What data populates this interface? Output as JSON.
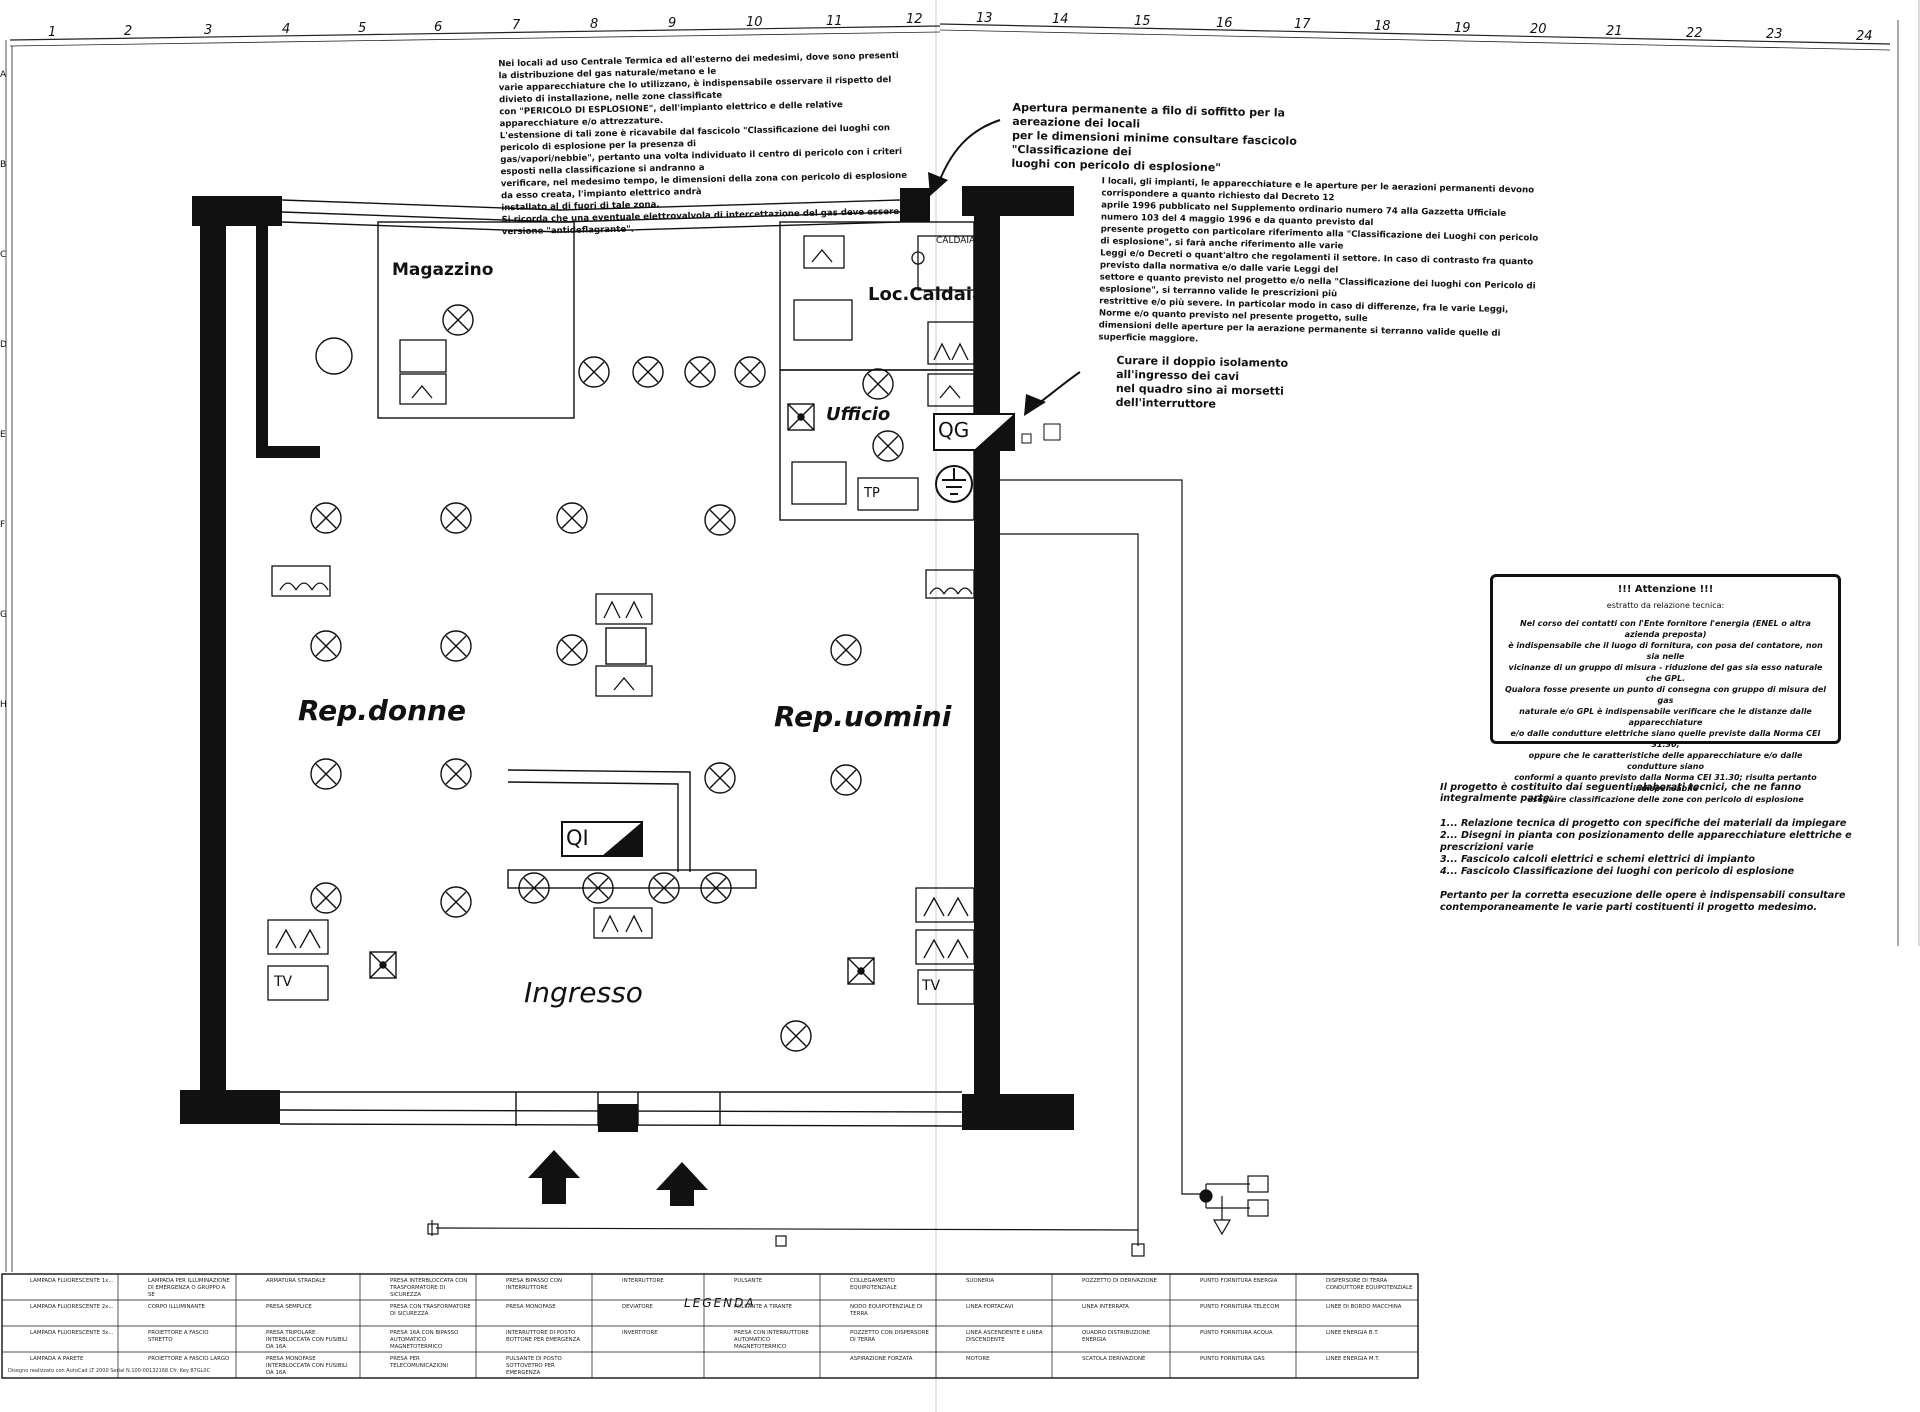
{
  "grid": {
    "columns": [
      "1",
      "2",
      "3",
      "4",
      "5",
      "6",
      "7",
      "8",
      "9",
      "10",
      "11",
      "12",
      "13",
      "14",
      "15",
      "16",
      "17",
      "18",
      "19",
      "20",
      "21",
      "22",
      "23",
      "24"
    ],
    "rows": [
      "A",
      "B",
      "C",
      "D",
      "E",
      "F",
      "G",
      "H"
    ]
  },
  "rooms": {
    "magazzino": "Magazzino",
    "caldaia": "Loc.Caldaia",
    "ufficio": "Ufficio",
    "rep_donne": "Rep.donne",
    "rep_uomini": "Rep.uomini",
    "ingresso": "Ingresso"
  },
  "equipment_labels": {
    "caldaia": "CALDAIA",
    "qg": "QG",
    "qi": "QI",
    "tp": "TP",
    "tv_left": "TV",
    "tv_right": "TV"
  },
  "notes": {
    "gas_note": [
      "Nei locali ad uso Centrale Termica ed all'esterno dei medesimi, dove sono presenti la distribuzione del gas naturale/metano e le",
      "varie apparecchiature che lo utilizzano, è indispensabile osservare il rispetto del divieto di installazione, nelle zone classificate",
      "con \"PERICOLO DI ESPLOSIONE\", dell'impianto elettrico e delle relative apparecchiature e/o attrezzature.",
      "L'estensione di tali zone è ricavabile dal fascicolo \"Classificazione dei luoghi con pericolo di esplosione per la presenza di",
      "gas/vapori/nebbie\", pertanto una volta individuato il centro di pericolo con i criteri esposti nella classificazione si andranno a",
      "verificare, nel medesimo tempo, le dimensioni della zona con pericolo di esplosione da esso creata, l'impianto elettrico andrà",
      "installato al di fuori di tale zona.",
      "Si ricorda che una eventuale elettrovalvola di intercettazione del gas deve essere in versione \"antideflagrante\"."
    ],
    "ventilation_callout": [
      "Apertura permanente a filo di soffitto per la aereazione dei locali",
      "per le dimensioni minime consultare fascicolo \"Classificazione dei",
      "luoghi con pericolo di esplosione\""
    ],
    "decree_note": [
      "I locali, gli impianti, le apparecchiature e le aperture per le aerazioni permanenti devono corrispondere a quanto richiesto dal Decreto 12",
      "aprile 1996 pubblicato nel Supplemento ordinario numero 74 alla Gazzetta Ufficiale numero 103 del 4 maggio 1996 e da quanto previsto dal",
      "presente progetto con particolare riferimento alla \"Classificazione dei Luoghi con pericolo di esplosione\", si farà anche riferimento alle varie",
      "Leggi e/o Decreti o quant'altro che regolamenti il settore. In caso di contrasto fra quanto previsto dalla normativa e/o dalle varie Leggi del",
      "settore e quanto previsto nel progetto e/o nella \"Classificazione dei luoghi con Pericolo di esplosione\", si terranno valide le prescrizioni più",
      "restrittive e/o più severe. In particolar modo in caso di differenze, fra le varie Leggi, Norme e/o quanto previsto nel presente progetto, sulle",
      "dimensioni delle aperture per la aerazione permanente si terranno valide quelle di superficie maggiore."
    ],
    "cable_callout": [
      "Curare il doppio isolamento all'ingresso dei cavi",
      "nel quadro sino ai morsetti dell'interruttore"
    ]
  },
  "attention": {
    "title": "!!! Attenzione !!!",
    "subtitle": "estratto da relazione tecnica:",
    "body": [
      "Nel corso dei contatti con l'Ente fornitore l'energia (ENEL o altra azienda preposta)",
      "è indispensabile che il luogo di fornitura, con posa del contatore, non sia nelle",
      "vicinanze di un gruppo di misura - riduzione del gas sia esso naturale che GPL.",
      "Qualora fosse presente un punto di consegna con gruppo di misura del gas",
      "naturale e/o GPL è indispensabile verificare che le distanze dalle apparecchiature",
      "e/o dalle condutture elettriche siano quelle previste dalla Norma CEI 31.30,",
      "oppure che le caratteristiche delle apparecchiature e/o dalle condutture siano",
      "conformi a quanto previsto dalla Norma CEI 31.30; risulta pertanto indispensabile",
      "eseguire classificazione delle zone con pericolo di esplosione"
    ]
  },
  "project": {
    "intro": "Il progetto è costituito dai seguenti elaborati tecnici, che ne fanno integralmente parte:",
    "items": [
      "1... Relazione tecnica di progetto con specifiche dei materiali da impiegare",
      "2... Disegni in pianta con posizionamento delle apparecchiature elettriche e prescrizioni varie",
      "3... Fascicolo calcoli elettrici e schemi elettrici di impianto",
      "4... Fascicolo Classificazione dei luoghi con pericolo di esplosione"
    ],
    "outro": [
      "Pertanto per la corretta esecuzione delle opere è indispensabili consultare",
      "contemporaneamente le varie parti costituenti il progetto medesimo."
    ]
  },
  "legend": {
    "title": "LEGENDA",
    "cells": [
      [
        "LAMPADA FLUORESCENTE 1x...",
        "LAMPADA FLUORESCENTE 2x...",
        "LAMPADA FLUORESCENTE 3x...",
        "LAMPADA A PARETE"
      ],
      [
        "LAMPADA PER ILLUMINAZIONE DI EMERGENZA O GRUPPO A SE",
        "CORPO ILLUMINANTE",
        "PROIETTORE A FASCIO STRETTO",
        "PROIETTORE A FASCIO LARGO"
      ],
      [
        "ARMATURA STRADALE",
        "PRESA SEMPLICE",
        "PRESA TRIPOLARE INTERBLOCCATA CON FUSIBILI DA 16A",
        "PRESA MONOFASE INTERBLOCCATA CON FUSIBILI DA 16A"
      ],
      [
        "PRESA INTERBLOCCATA CON TRASFORMATORE DI SICUREZZA",
        "PRESA CON TRASFORMATORE DI SICUREZZA",
        "PRESA 16A CON BIPASSO AUTOMATICO MAGNETOTERMICO",
        "PRESA PER TELECOMUNICAZIONI"
      ],
      [
        "PRESA BIPASSO CON INTERRUTTORE",
        "PRESA MONOFASE",
        "INTERRUTTORE DI POSTO BOTTONE PER EMERGENZA",
        "PULSANTE DI POSTO SOTTOVETRO PER EMERGENZA"
      ],
      [
        "INTERRUTTORE",
        "DEVIATORE",
        "INVERTITORE",
        ""
      ],
      [
        "PULSANTE",
        "PULSANTE A TIRANTE",
        "PRESA CON INTERRUTTORE AUTOMATICO MAGNETOTERMICO",
        ""
      ],
      [
        "COLLEGAMENTO EQUIPOTENZIALE",
        "NODO EQUIPOTENZIALE DI TERRA",
        "POZZETTO CON DISPERSORE DI TERRA",
        "ASPIRAZIONE FORZATA"
      ],
      [
        "SUONERIA",
        "LINEA PORTACAVI",
        "LINEA ASCENDENTE E LINEA DISCENDENTE",
        "MOTORE"
      ],
      [
        "POZZETTO DI DERIVAZIONE",
        "LINEA INTERRATA",
        "QUADRO DISTRIBUZIONE ENERGIA",
        "SCATOLA DERIVAZIONE"
      ],
      [
        "PUNTO FORNITURA ENERGIA",
        "PUNTO FORNITURA TELECOM",
        "PUNTO FORNITURA ACQUA",
        "PUNTO FORNITURA GAS"
      ],
      [
        "DISPERSORE DI TERRA CONDUTTORE EQUIPOTENZIALE",
        "LINEE DI BORDO MACCHINA",
        "LINEE ENERGIA B.T.",
        "LINEE ENERGIA M.T."
      ]
    ],
    "credit": "Disegno realizzato con AutoCad LT 2000 Serial N.100-00132168 Cfr. Key 87GL0C"
  }
}
